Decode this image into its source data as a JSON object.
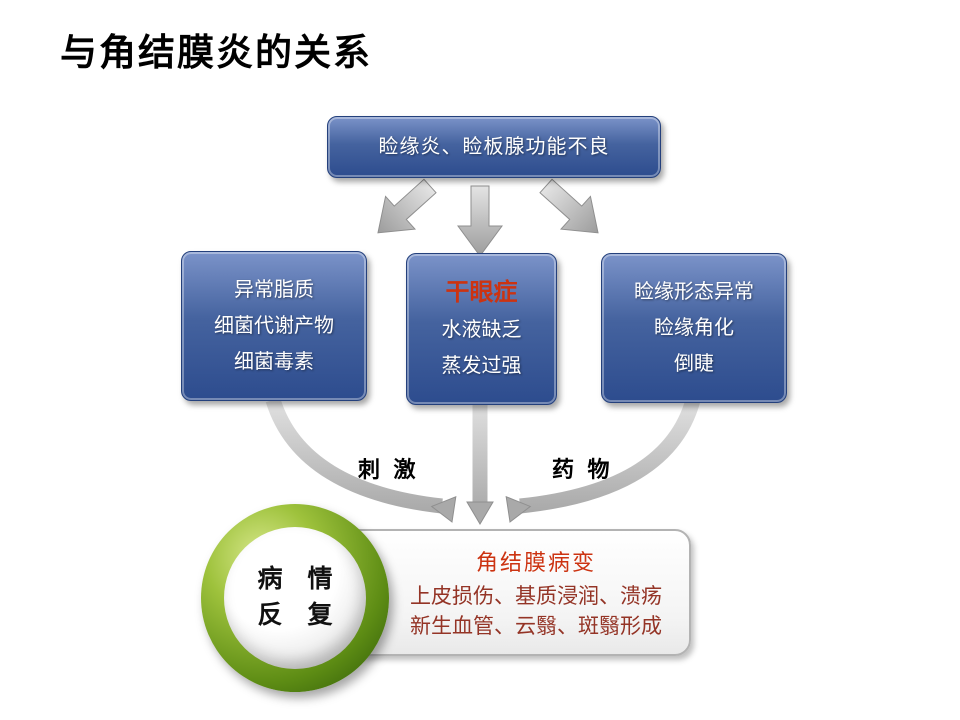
{
  "title": "与角结膜炎的关系",
  "flow": {
    "top_box": {
      "label": "睑缘炎、睑板腺功能不良"
    },
    "left_box": {
      "lines": [
        "异常脂质",
        "细菌代谢产物",
        "细菌毒素"
      ]
    },
    "center_box": {
      "title": "干眼症",
      "lines": [
        "水液缺乏",
        "蒸发过强"
      ]
    },
    "right_box": {
      "lines": [
        "睑缘形态异常",
        "睑缘角化",
        "倒睫"
      ]
    },
    "labels": {
      "stimulus": "刺 激",
      "drug": "药 物"
    },
    "result_box": {
      "title": "角结膜病变",
      "lines": [
        "上皮损伤、基质浸润、溃疡",
        "新生血管、云翳、斑翳形成"
      ]
    },
    "sphere": {
      "line1": "病　情",
      "line2": "反　复"
    }
  },
  "colors": {
    "box_blue_top": "#7b93c9",
    "box_blue_bottom": "#2d4c8e",
    "accent_red": "#cc3311",
    "maroon_text": "#943426",
    "ring_green": "#5d8c14",
    "arrow_gray": "#b4b4b4",
    "title_black": "#000000"
  }
}
